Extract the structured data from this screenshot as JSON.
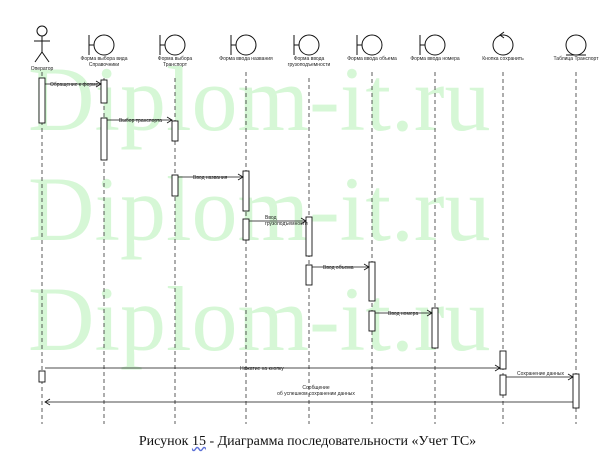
{
  "watermark": "Diplom-it.ru",
  "lifelines": [
    {
      "kind": "actor",
      "label": [
        "Оператор"
      ]
    },
    {
      "kind": "boundary",
      "label": [
        "Форма выбора вида",
        "Справочники"
      ]
    },
    {
      "kind": "boundary",
      "label": [
        "Форма выбора",
        "Транспорт"
      ]
    },
    {
      "kind": "boundary",
      "label": [
        "Форма ввода названия"
      ]
    },
    {
      "kind": "boundary",
      "label": [
        "Форма ввода",
        "грузоподъемности"
      ]
    },
    {
      "kind": "boundary",
      "label": [
        "Форма ввода объема"
      ]
    },
    {
      "kind": "boundary",
      "label": [
        "Форма ввода номера"
      ]
    },
    {
      "kind": "control",
      "label": [
        "Кнопка сохранить"
      ]
    },
    {
      "kind": "entity",
      "label": [
        "Таблица Транспорт"
      ]
    }
  ],
  "messages": [
    {
      "text": [
        "Обращение к форме"
      ]
    },
    {
      "text": [
        "Выбор транспорта"
      ]
    },
    {
      "text": [
        "Ввод названия"
      ]
    },
    {
      "text": [
        "Ввод",
        "грузоподъемности"
      ]
    },
    {
      "text": [
        "Ввод объема"
      ]
    },
    {
      "text": [
        "Ввод номера"
      ]
    },
    {
      "text": [
        "Нажатие на кнопку"
      ]
    },
    {
      "text": [
        "Сохранение данных"
      ]
    },
    {
      "text": [
        "Сообщение",
        "об успешном сохранении данных"
      ]
    }
  ],
  "caption": {
    "prefix": "Рисунок",
    "number": "15",
    "separator": " - ",
    "title": "Диаграмма последовательности «Учет ТС»"
  }
}
